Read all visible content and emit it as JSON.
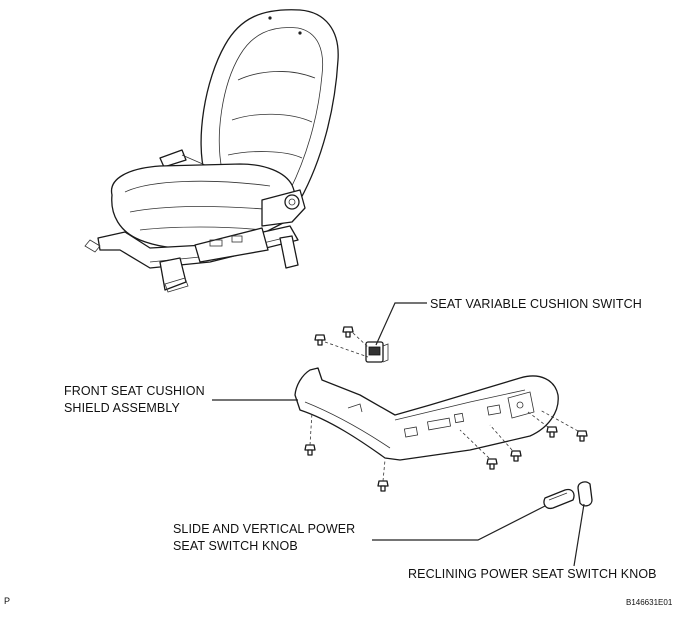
{
  "labels": {
    "seat_variable_cushion_switch": "SEAT VARIABLE CUSHION SWITCH",
    "front_seat_cushion_shield_line1": "FRONT SEAT CUSHION",
    "front_seat_cushion_shield_line2": "SHIELD ASSEMBLY",
    "slide_vertical_knob_line1": "SLIDE AND VERTICAL POWER",
    "slide_vertical_knob_line2": "SEAT SWITCH KNOB",
    "reclining_knob": "RECLINING POWER SEAT SWITCH KNOB"
  },
  "corner_marks": {
    "left": "P",
    "figure_id": "B146631E01"
  }
}
